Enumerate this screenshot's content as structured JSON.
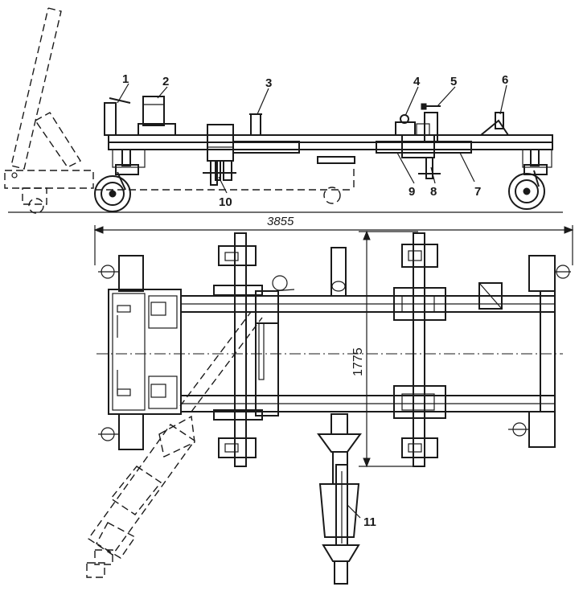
{
  "callouts": [
    "1",
    "2",
    "3",
    "4",
    "5",
    "6",
    "7",
    "8",
    "9",
    "10",
    "11"
  ],
  "dimensions": {
    "overall_length": "3855",
    "overall_width": "1775"
  },
  "colors": {
    "ink": "#1a1a1a",
    "paper": "#ffffff"
  }
}
